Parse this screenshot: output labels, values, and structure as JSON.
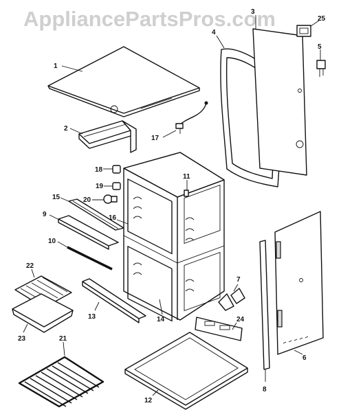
{
  "watermark": "AppliancePartsPros.com",
  "callouts": {
    "c1": "1",
    "c2": "2",
    "c3": "3",
    "c4": "4",
    "c5": "5",
    "c6": "6",
    "c7": "7",
    "c8": "8",
    "c9": "9",
    "c10": "10",
    "c11": "11",
    "c12": "12",
    "c13": "13",
    "c14": "14",
    "c15": "15",
    "c16": "16",
    "c17": "17",
    "c18": "18",
    "c19": "19",
    "c20": "20",
    "c21": "21",
    "c22": "22",
    "c23": "23",
    "c24": "24",
    "c25": "25"
  }
}
